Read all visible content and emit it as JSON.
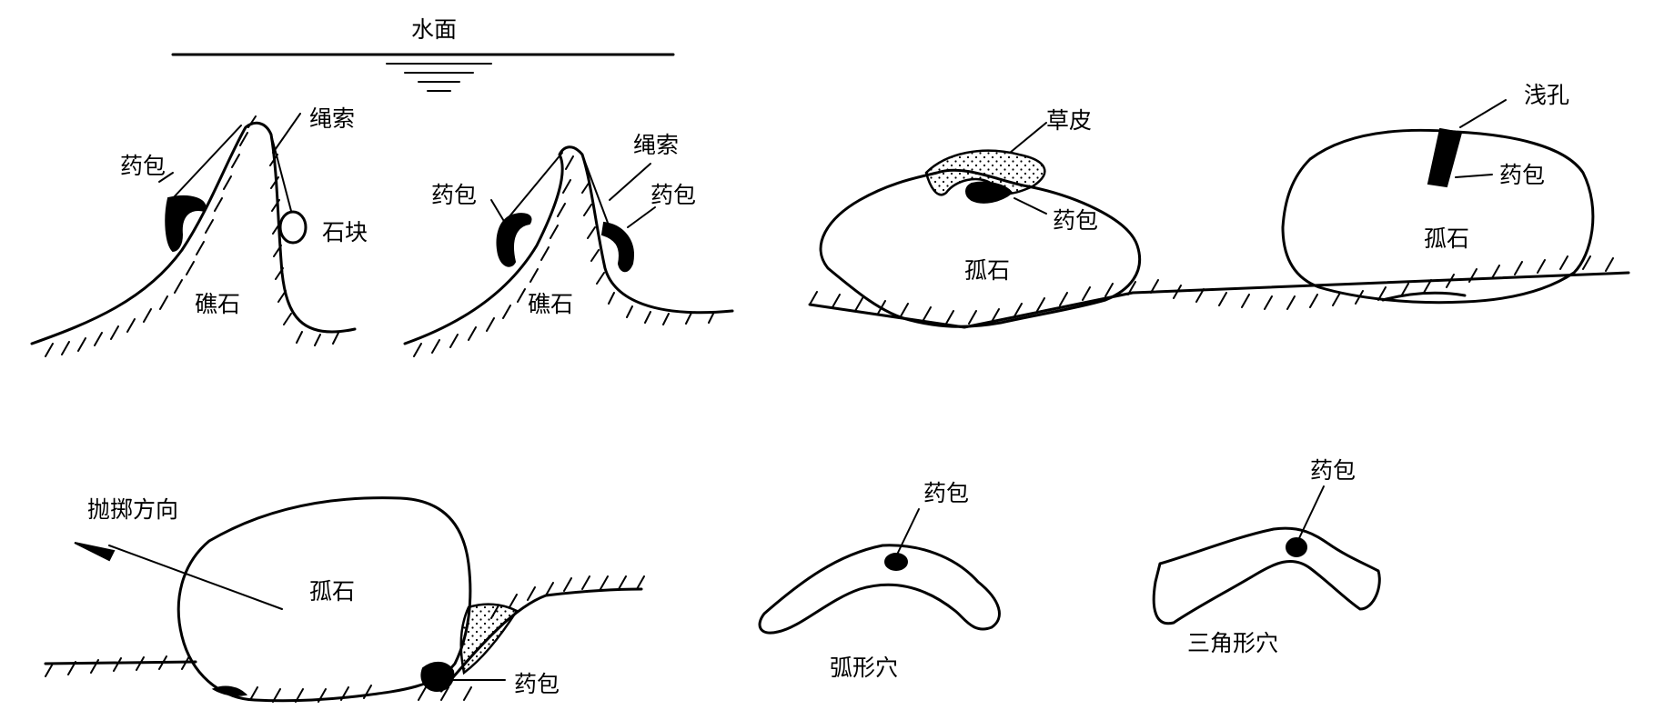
{
  "labels": {
    "water_surface": "水面",
    "rope_1": "绳索",
    "charge_1": "药包",
    "stone_block": "石块",
    "reef_1": "礁石",
    "rope_2": "绳索",
    "charge_2a": "药包",
    "charge_2b": "药包",
    "reef_2": "礁石",
    "turf": "草皮",
    "charge_3": "药包",
    "boulder_3": "孤石",
    "shallow_hole": "浅孔",
    "charge_4": "药包",
    "boulder_4": "孤石",
    "throw_direction": "抛掷方向",
    "boulder_5": "孤石",
    "charge_5": "药包",
    "charge_6": "药包",
    "arc_cavity": "弧形穴",
    "charge_7": "药包",
    "triangle_cavity": "三角形穴"
  }
}
